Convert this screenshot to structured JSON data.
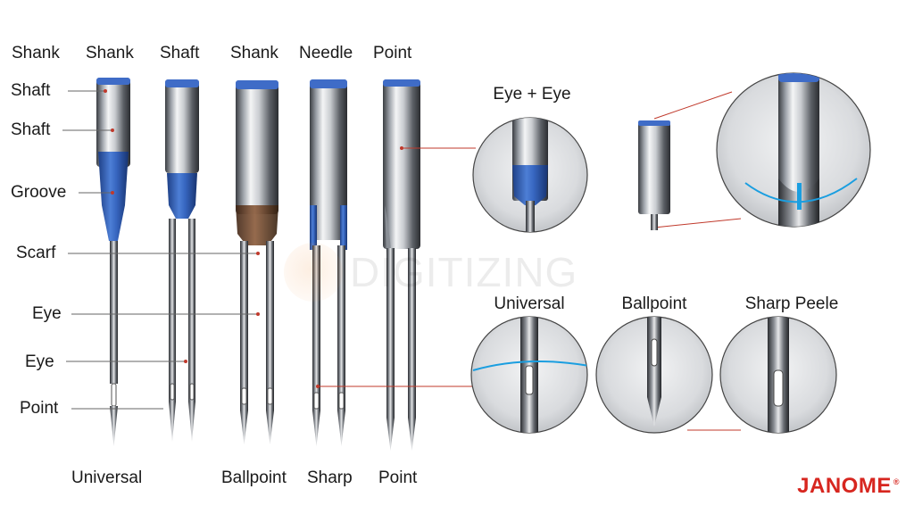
{
  "top_labels": [
    "Shank",
    "Shank",
    "Shaft",
    "Shank",
    "Needle",
    "Point"
  ],
  "left_labels": [
    "Shaft",
    "Shaft",
    "Groove",
    "Scarf",
    "Eye",
    "Eye",
    "Point"
  ],
  "bottom_labels": [
    "Universal",
    "Ballpoint",
    "Sharp",
    "Point"
  ],
  "zoom_labels": [
    "Eye + Eye",
    "Universal",
    "Ballpoint",
    "Sharp Peele"
  ],
  "watermark": "DIGITIZING",
  "brand": "JANOME",
  "brand_mark": "®",
  "colors": {
    "accent_blue": "#2f5fb8",
    "brown": "#6b3f24",
    "leader_red": "#c0392b",
    "brand_red": "#d7261f"
  }
}
